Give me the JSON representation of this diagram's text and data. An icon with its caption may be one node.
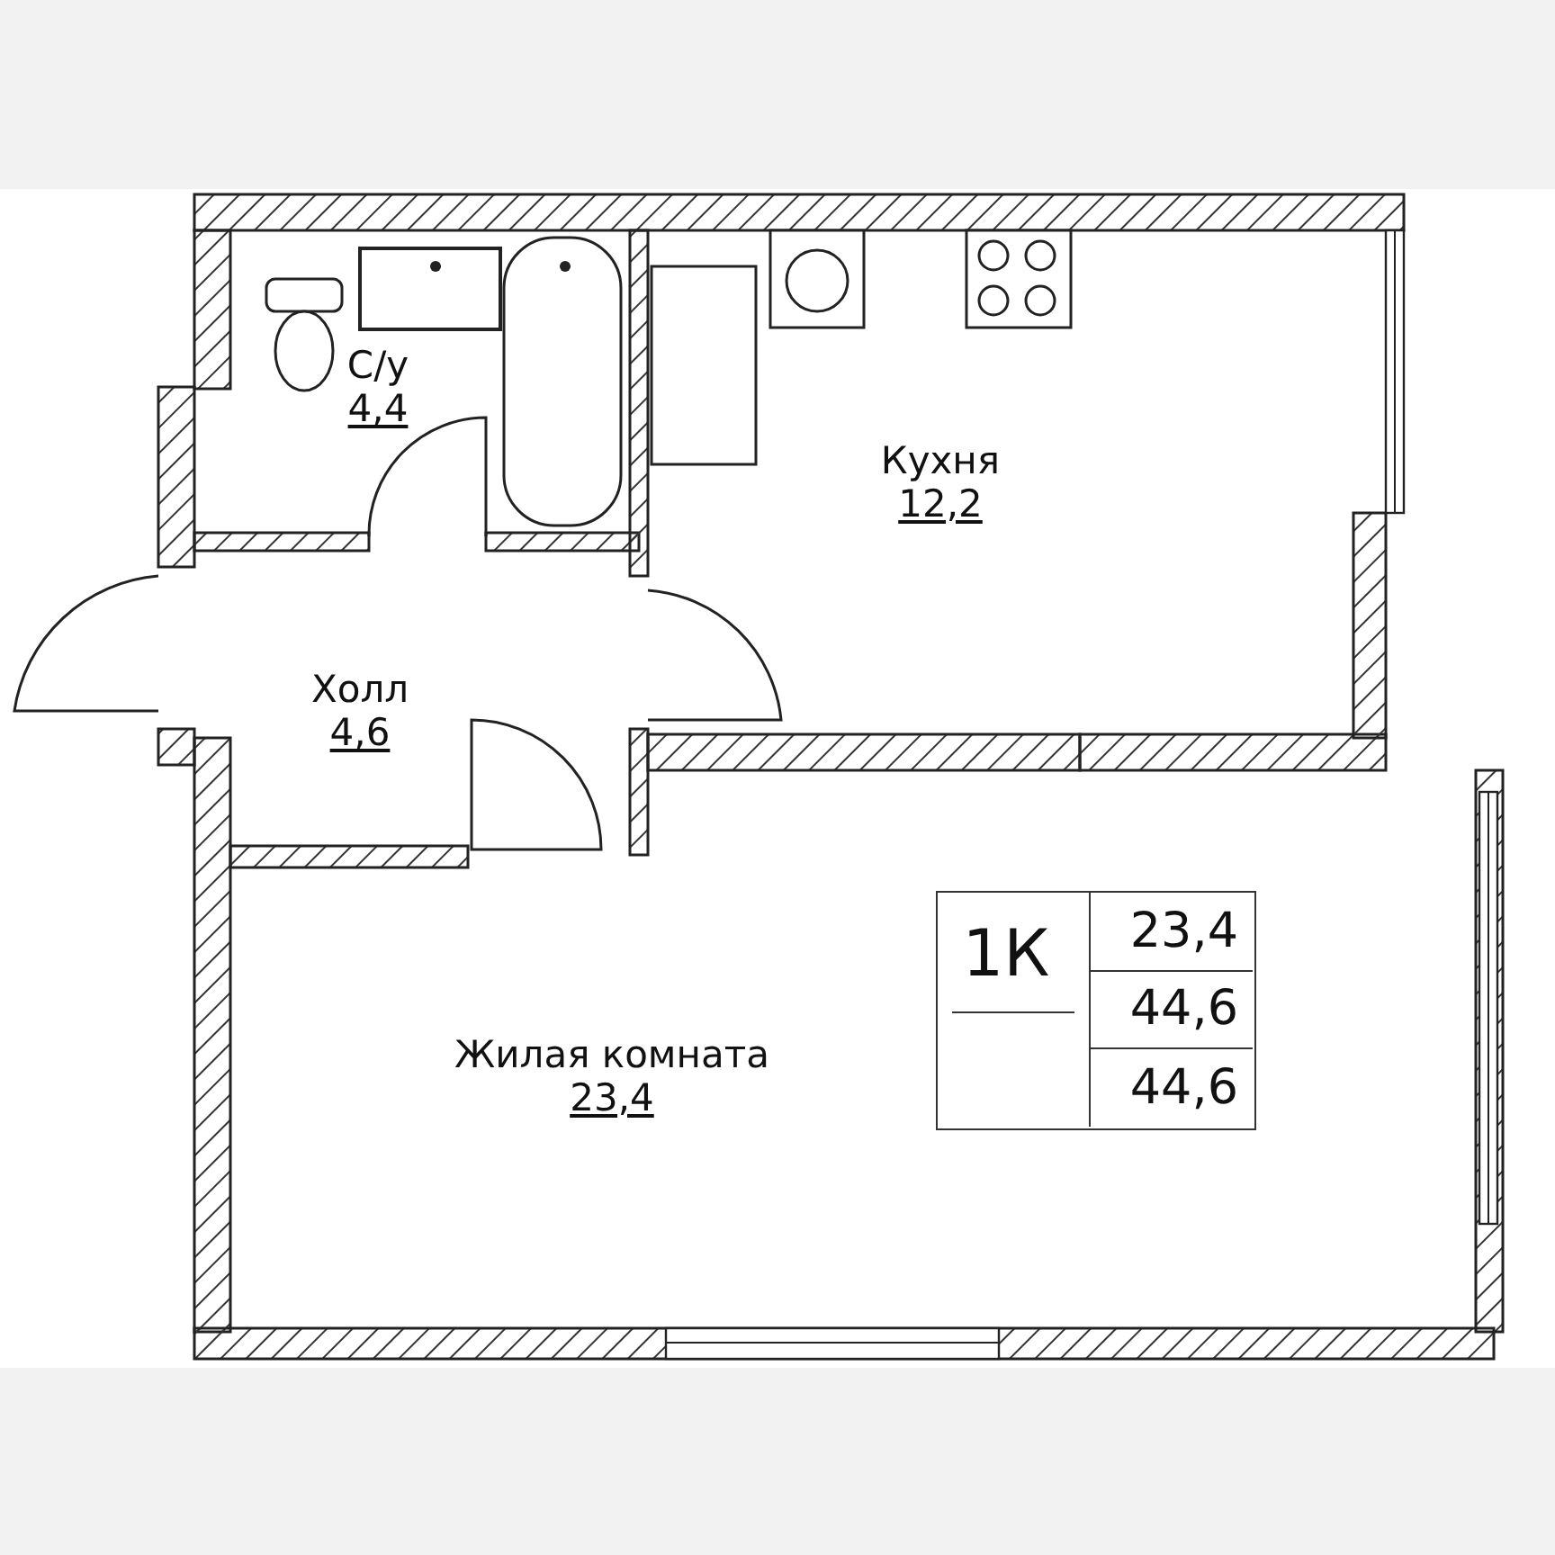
{
  "diagram": {
    "nodes": [
      {
        "text": [
          "С/у",
          "4,4"
        ]
      },
      {
        "text": [
          "Кухня",
          "12,2"
        ]
      },
      {
        "text": [
          "Холл",
          "4,6"
        ]
      },
      {
        "text": [
          "Жилая комната",
          "23,4"
        ]
      }
    ],
    "labels": [
      "1К",
      "23,4",
      "44,6",
      "44,6"
    ]
  }
}
